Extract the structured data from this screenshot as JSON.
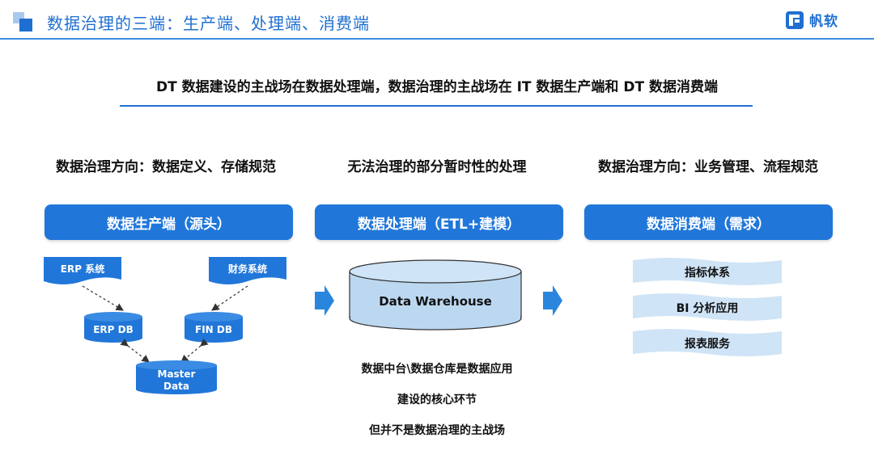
{
  "header": {
    "title": "数据治理的三端：生产端、处理端、消费端",
    "brand_name": "帆软"
  },
  "headline": "DT 数据建设的主战场在数据处理端，数据治理的主战场在 IT 数据生产端和 DT 数据消费端",
  "columns": {
    "left": {
      "title": "数据治理方向：数据定义、存储规范",
      "box": "数据生产端（源头）",
      "sources": [
        "ERP 系统",
        "财务系统"
      ],
      "databases": [
        "ERP DB",
        "FIN DB"
      ],
      "master_line1": "Master",
      "master_line2": "Data"
    },
    "middle": {
      "title": "无法治理的部分暂时性的处理",
      "box": "数据处理端（ETL+建模）",
      "warehouse": "Data Warehouse",
      "notes": [
        "数据中台\\数据仓库是数据应用",
        "建设的核心环节",
        "但并不是数据治理的主战场"
      ]
    },
    "right": {
      "title": "数据治理方向：业务管理、流程规范",
      "box": "数据消费端（需求）",
      "items": [
        "指标体系",
        "BI 分析应用",
        "报表服务"
      ]
    }
  },
  "colors": {
    "primary": "#2177d9",
    "title_blue": "#1f6fd1",
    "light_blue": "#cfe4f6",
    "warehouse_fill": "#bcd8f1"
  }
}
